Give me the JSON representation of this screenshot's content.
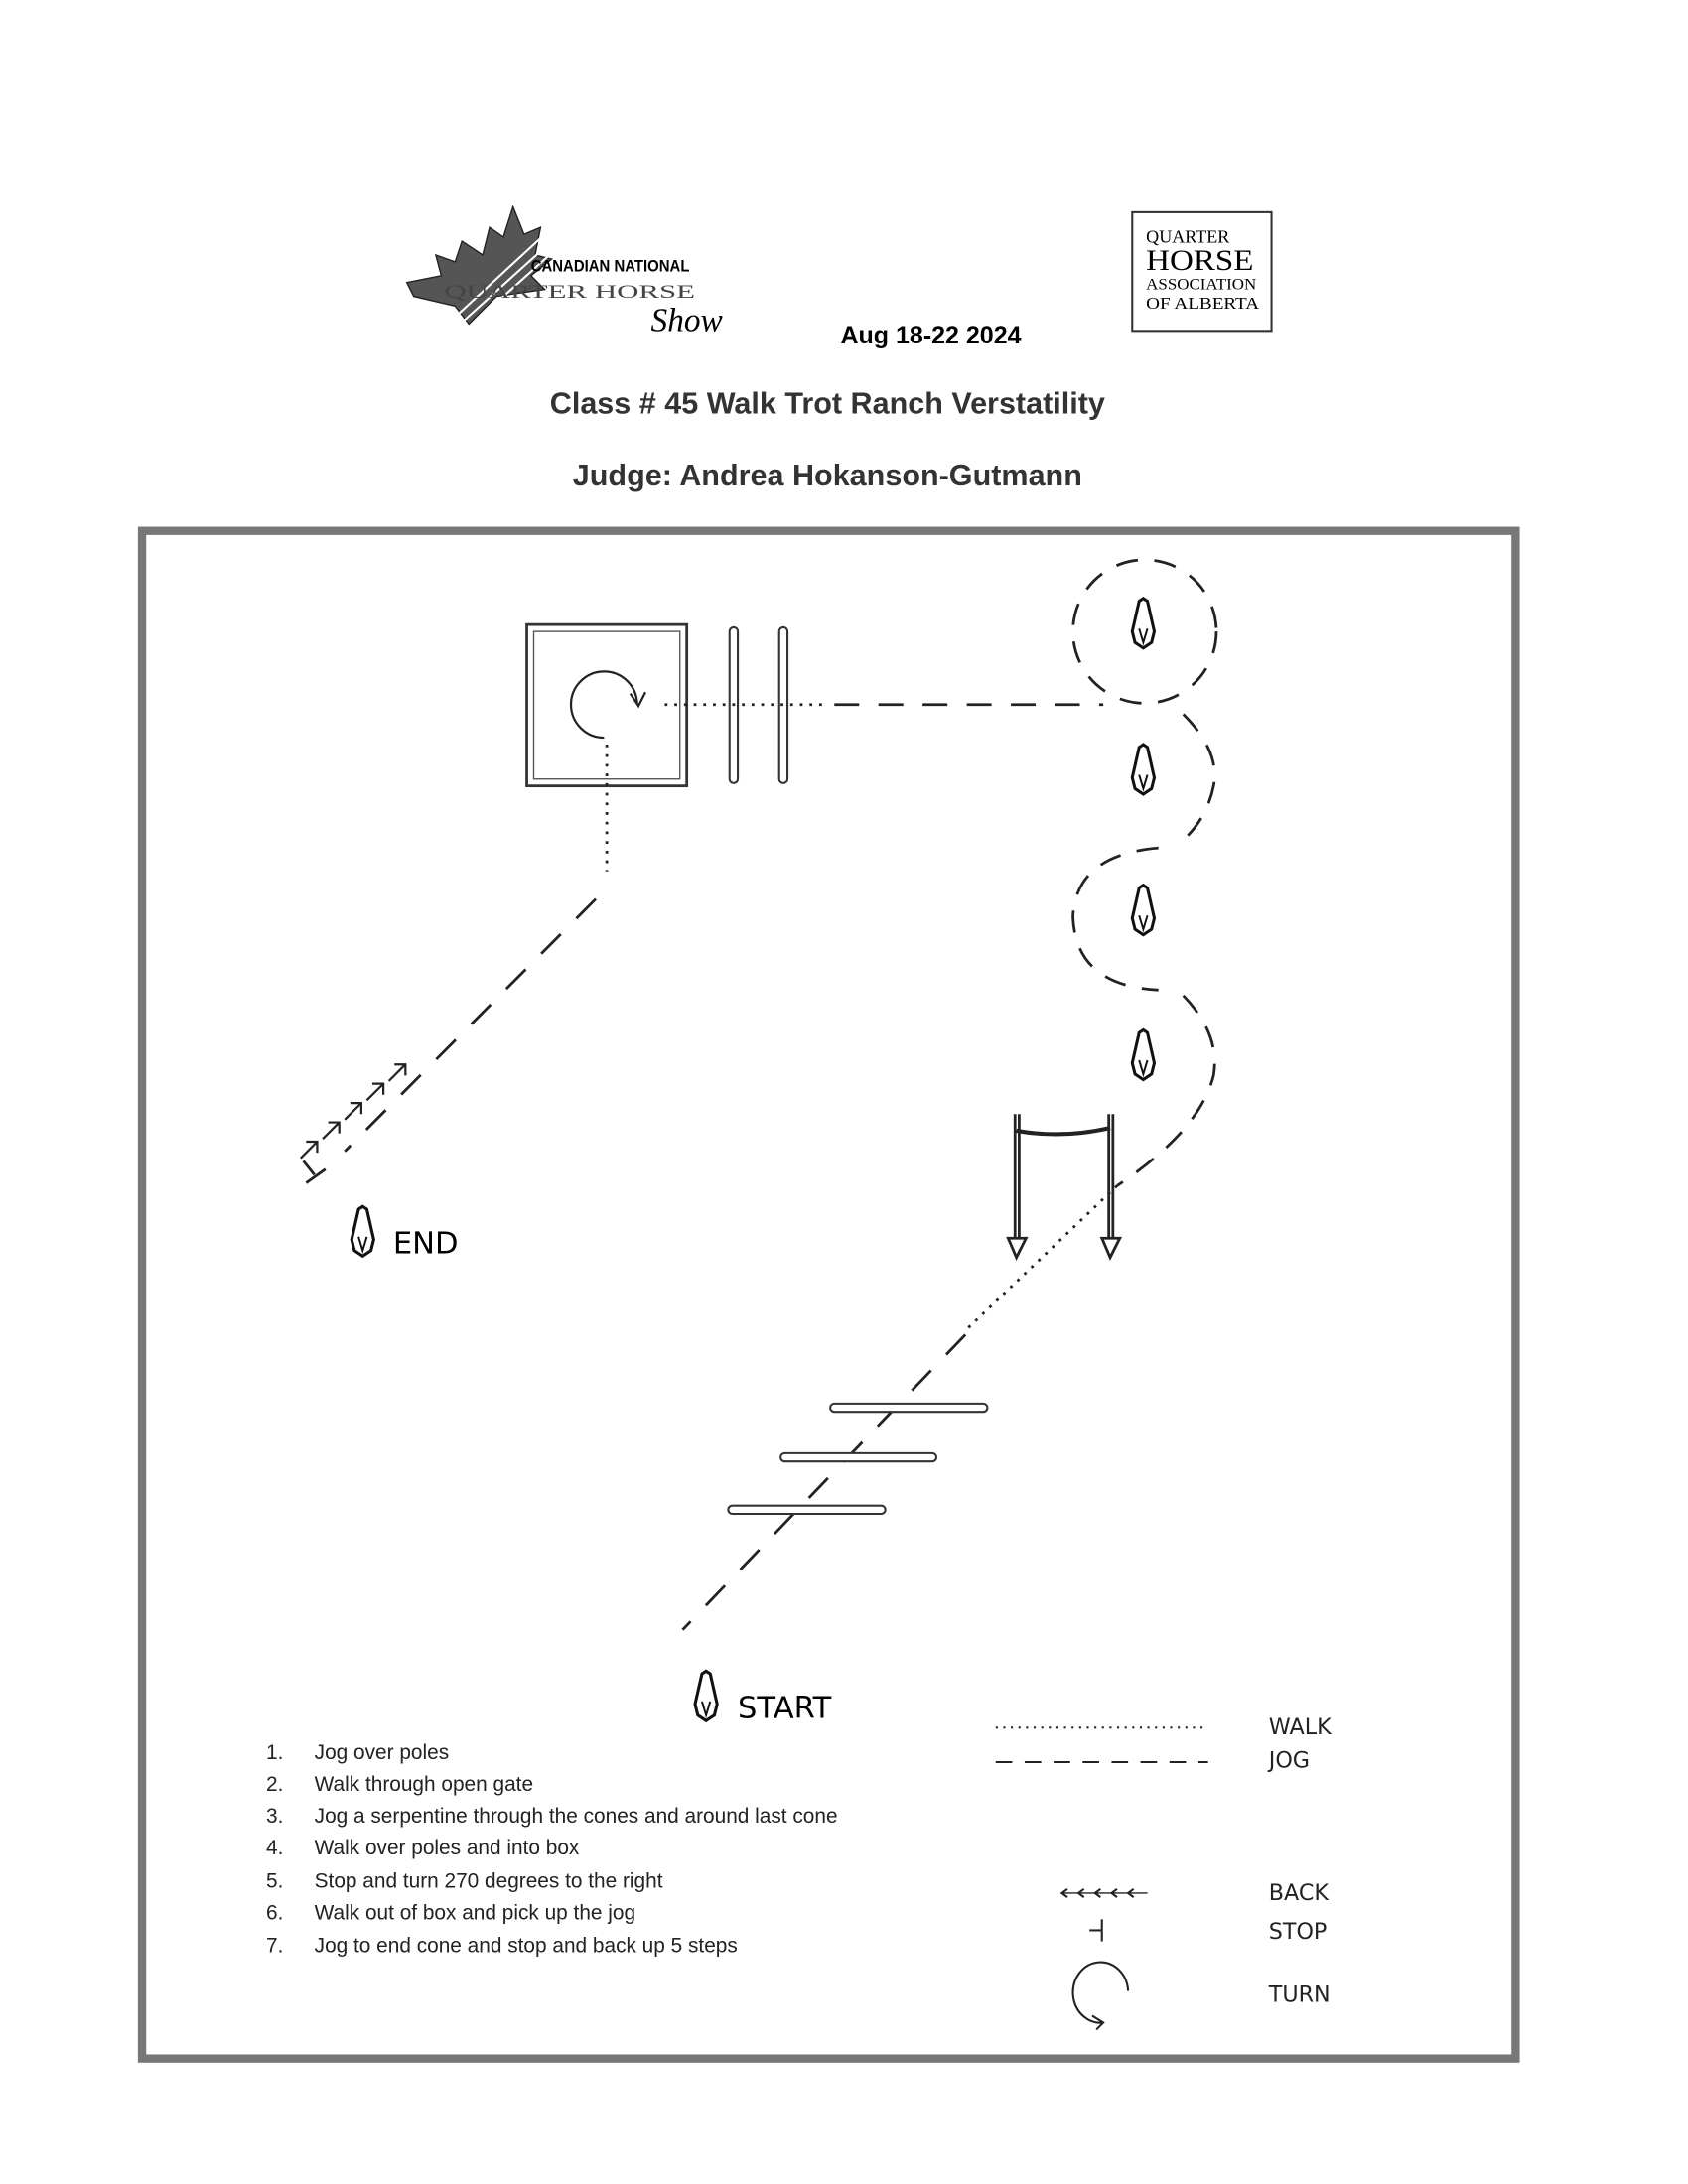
{
  "header": {
    "logo_left": {
      "line1": "CANADIAN NATIONAL",
      "line2": "QUARTER HORSE",
      "line3": "Show"
    },
    "logo_right": {
      "line1": "QUARTER",
      "line2": "HORSE",
      "line3": "ASSOCIATION",
      "line4": "OF ALBERTA"
    },
    "date": "Aug 18-22 2024",
    "title": "Class # 45 Walk Trot Ranch Verstatility",
    "judge": "Judge: Andrea Hokanson-Gutmann"
  },
  "pattern": {
    "start_label": "START",
    "end_label": "END"
  },
  "instructions": [
    {
      "num": "1.",
      "text": "Jog over poles"
    },
    {
      "num": "2.",
      "text": "Walk through open gate"
    },
    {
      "num": "3.",
      "text": "Jog a serpentine through the cones and around last cone"
    },
    {
      "num": "4.",
      "text": "Walk over poles and into box"
    },
    {
      "num": "5.",
      "text": "Stop and turn 270 degrees to the right"
    },
    {
      "num": "6.",
      "text": "Walk out of box and pick up the jog"
    },
    {
      "num": "7.",
      "text": "Jog to end cone and stop and back up 5 steps"
    }
  ],
  "legend": {
    "walk": "WALK",
    "jog": "JOG",
    "back": "BACK",
    "stop": "STOP",
    "turn": "TURN"
  }
}
